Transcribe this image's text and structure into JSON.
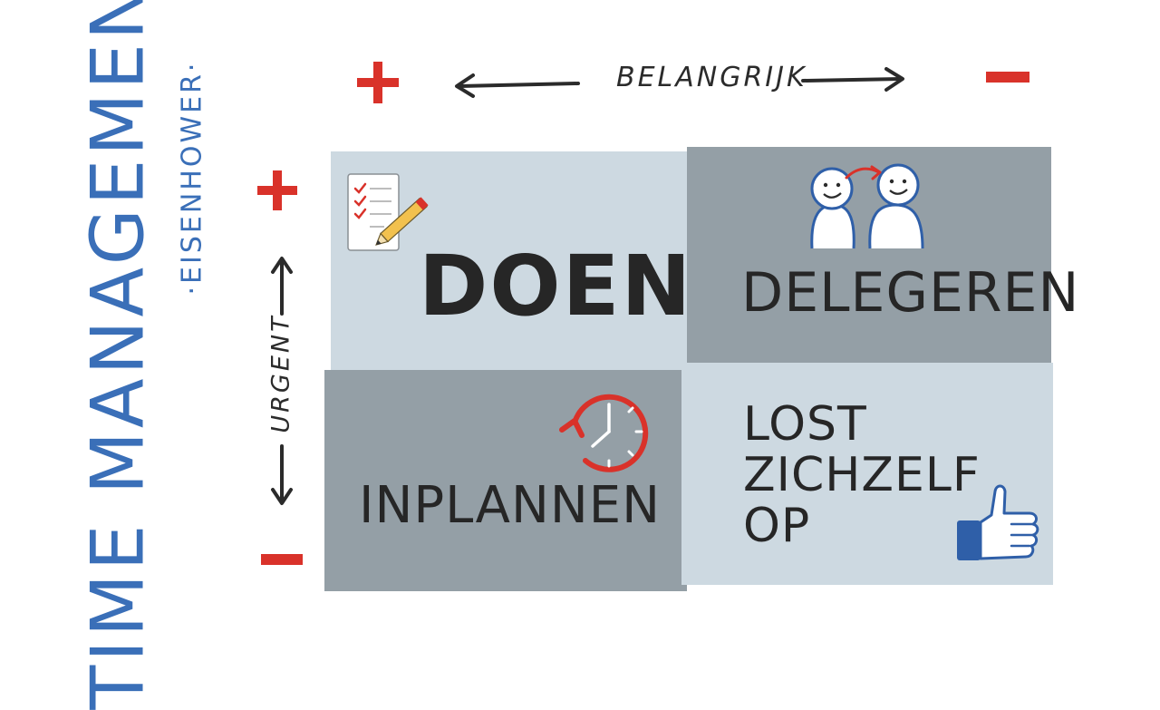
{
  "title": "TIME MANAGEMENT",
  "subtitle": "·EISENHOWER·",
  "axes": {
    "horizontal_label": "BELANGRIJK",
    "vertical_label": "URGENT",
    "plus": "+",
    "minus": "–"
  },
  "quadrants": {
    "top_left": "DOEN",
    "top_right": "DELEGEREN",
    "bottom_left": "INPLANNEN",
    "bottom_right": "LOST\nZICHZELF\nOP"
  },
  "colors": {
    "title_blue": "#3a6fb8",
    "sign_red": "#d9322a",
    "light_quadrant": "#cdd9e1",
    "dark_quadrant": "#949fa6",
    "text_dark": "#262626"
  },
  "icons": {
    "top_left": "checklist-pencil-icon",
    "top_right": "two-people-delegate-icon",
    "bottom_left": "clock-reschedule-icon",
    "bottom_right": "thumbs-up-icon"
  }
}
